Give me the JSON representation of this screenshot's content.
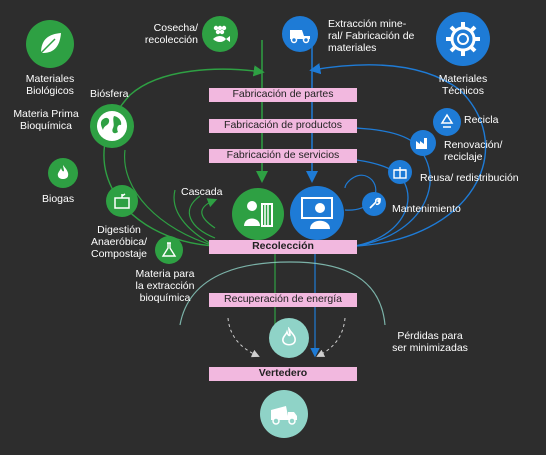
{
  "colors": {
    "background": "#2d2d2d",
    "biological_green": "#2ea043",
    "technical_blue": "#1e7bd6",
    "stage_pink": "#f2b8df",
    "landfill_teal": "#8fd3c7"
  },
  "biological": {
    "materials_label": "Materiales\nBiológicos",
    "biosphere_label": "Biósfera",
    "biochemical_feedstock_label": "Materia Prima\nBioquímica",
    "biogas_label": "Biogas",
    "digestion_label": "Digestión\nAnaeróbica/\nCompostaje",
    "extraction_label": "Materia para\nla extracción\nbioquímica",
    "harvest_label": "Cosecha/\nrecolección",
    "cascade_label": "Cascada"
  },
  "technical": {
    "mining_label": "Extracción mine-\nral/ Fabricación de\nmateriales",
    "materials_label": "Materiales\nTécnicos",
    "recycle_label": "Recicla",
    "refurbish_label": "Renovación/\nreciclaje",
    "reuse_label": "Reusa/ redistribución",
    "maintain_label": "Mantenimiento"
  },
  "stages": {
    "parts": "Fabricación de partes",
    "products": "Fabricación de productos",
    "services": "Fabricación de servicios",
    "collection": "Recolección",
    "energy_recovery": "Recuperación de energía",
    "landfill": "Vertedero"
  },
  "leakage_label": "Pérdidas para\nser minimizadas",
  "icons": {
    "leaf": "leaf-icon",
    "globe": "globe-icon",
    "flame": "flame-icon",
    "plant_box": "plant-box-icon",
    "flask": "flask-icon",
    "grapes_fish": "grapes-fish-icon",
    "mining_truck": "mining-truck-icon",
    "gear": "gear-icon",
    "recycle": "recycle-icon",
    "factory": "factory-icon",
    "gift_box": "gift-box-icon",
    "wrench": "wrench-icon",
    "consumer": "consumer-icon",
    "user": "user-icon",
    "fire": "fire-icon",
    "dump_truck": "dump-truck-icon"
  }
}
